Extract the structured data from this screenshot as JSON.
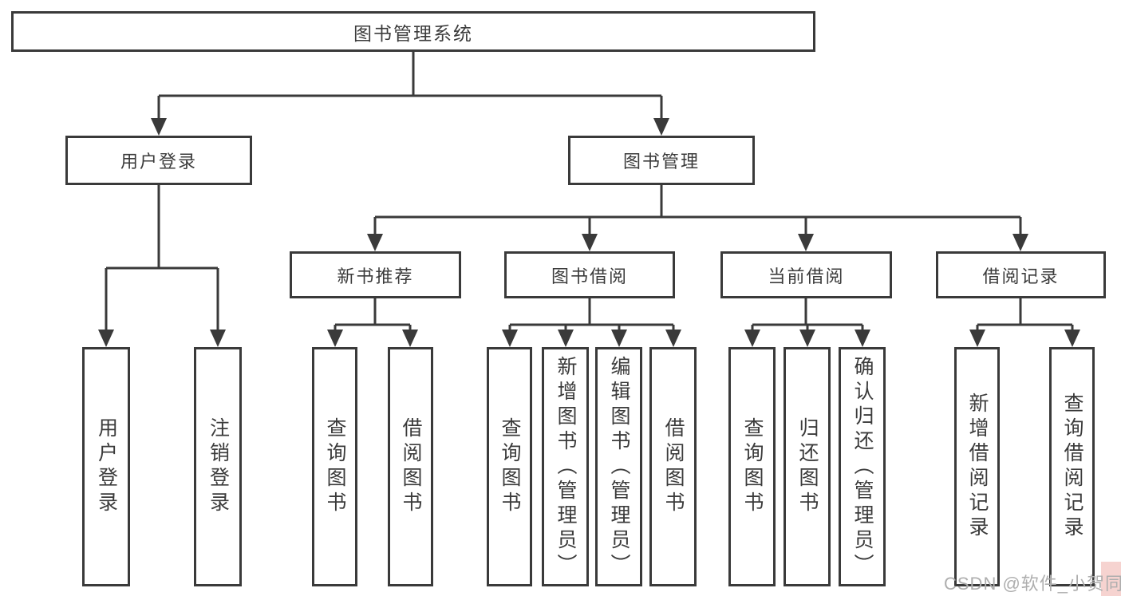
{
  "diagram": {
    "root": {
      "label": "图书管理系统"
    },
    "level2": [
      {
        "label": "用户登录"
      },
      {
        "label": "图书管理"
      }
    ],
    "level3": [
      {
        "label": "新书推荐"
      },
      {
        "label": "图书借阅"
      },
      {
        "label": "当前借阅"
      },
      {
        "label": "借阅记录"
      }
    ],
    "leaves": {
      "user_login": [
        {
          "label": "用户登录"
        },
        {
          "label": "注销登录"
        }
      ],
      "new_books": [
        {
          "label": "查询图书"
        },
        {
          "label": "借阅图书"
        }
      ],
      "book_borrow": [
        {
          "label": "查询图书"
        },
        {
          "label": "新增图书（管理员）"
        },
        {
          "label": "编辑图书（管理员）"
        },
        {
          "label": "借阅图书"
        }
      ],
      "current_borrow": [
        {
          "label": "查询图书"
        },
        {
          "label": "归还图书"
        },
        {
          "label": "确认归还（管理员）"
        }
      ],
      "borrow_records": [
        {
          "label": "新增借阅记录"
        },
        {
          "label": "查询借阅记录"
        }
      ]
    },
    "watermark": "CSDN @软件_小贺同学",
    "colors": {
      "line": "#3a3a3a",
      "text": "#3b3b3b",
      "watermark": "#aeaeae",
      "watermark_bg": "#f6d3d0",
      "background": "#ffffff"
    }
  }
}
